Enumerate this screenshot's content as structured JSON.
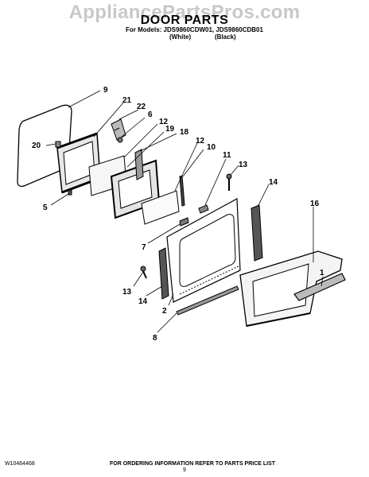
{
  "watermark": "AppliancePartsPros.com",
  "header": {
    "title": "DOOR PARTS",
    "models_line": "For Models: JDS9860CDW01, JDS9860CDB01",
    "variant_white": "(White)",
    "variant_black": "(Black)"
  },
  "callouts": {
    "c1": "1",
    "c2": "2",
    "c5": "5",
    "c6": "6",
    "c7": "7",
    "c8": "8",
    "c9": "9",
    "c10": "10",
    "c11": "11",
    "c12a": "12",
    "c12b": "12",
    "c13a": "13",
    "c13b": "13",
    "c14a": "14",
    "c14b": "14",
    "c16": "16",
    "c18": "18",
    "c19": "19",
    "c20": "20",
    "c21": "21",
    "c22": "22"
  },
  "footer": {
    "doc_number": "W10464468",
    "ordering_info": "FOR ORDERING INFORMATION REFER TO PARTS PRICE LIST",
    "page_number": "9"
  }
}
